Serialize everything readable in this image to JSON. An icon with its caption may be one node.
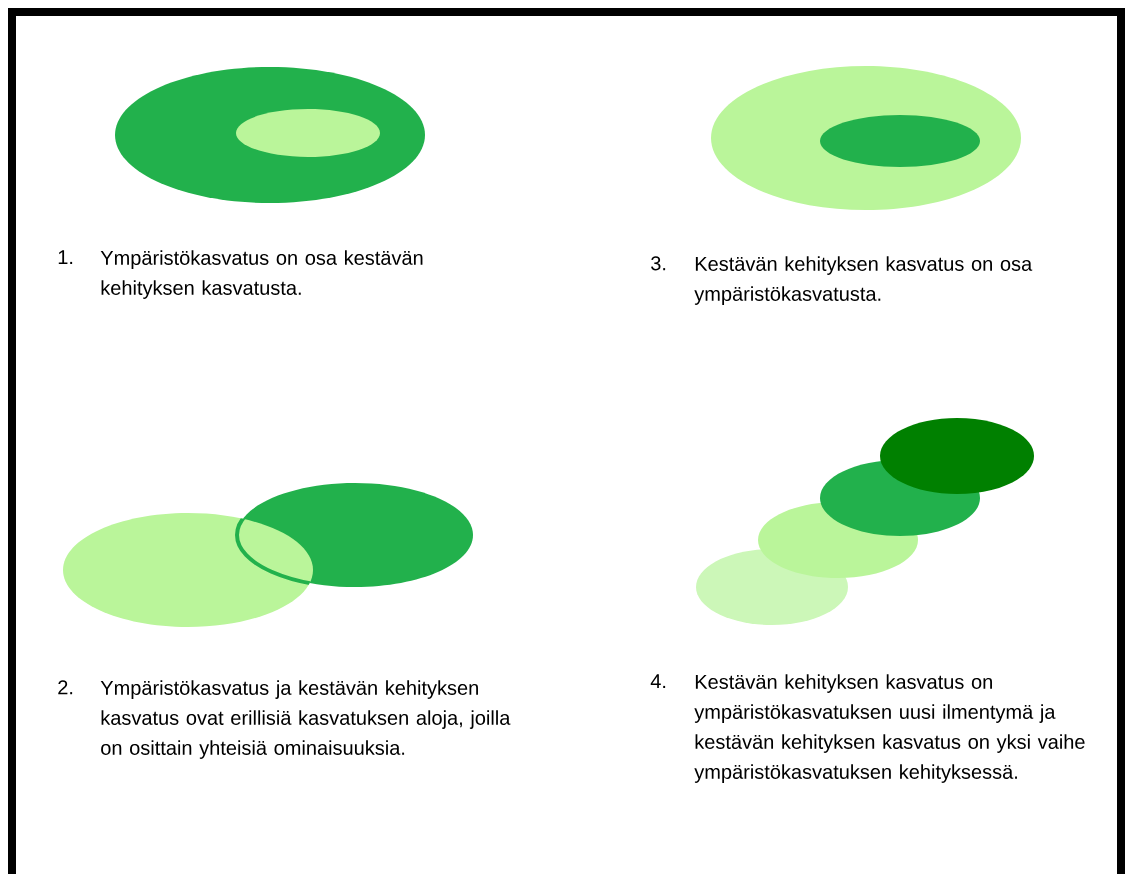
{
  "diagram": {
    "labels": [
      "1.",
      "Ympäristökasvatus on osa kestävän kehityksen kasvatusta.",
      "3.",
      "Kestävän kehityksen kasvatus on osa ympäristökasvatusta.",
      "2.",
      "Ympäristökasvatus ja kestävän kehityksen kasvatus ovat erillisiä kasvatuksen aloja, joilla on osittain yhteisiä ominaisuuksia.",
      "4.",
      "Kestävän kehityksen kasvatus on ympäristökasvatuksen uusi ilmentymä ja kestävän kehityksen kasvatus on yksi vaihe ympäristökasvatuksen kehityksessä."
    ]
  }
}
